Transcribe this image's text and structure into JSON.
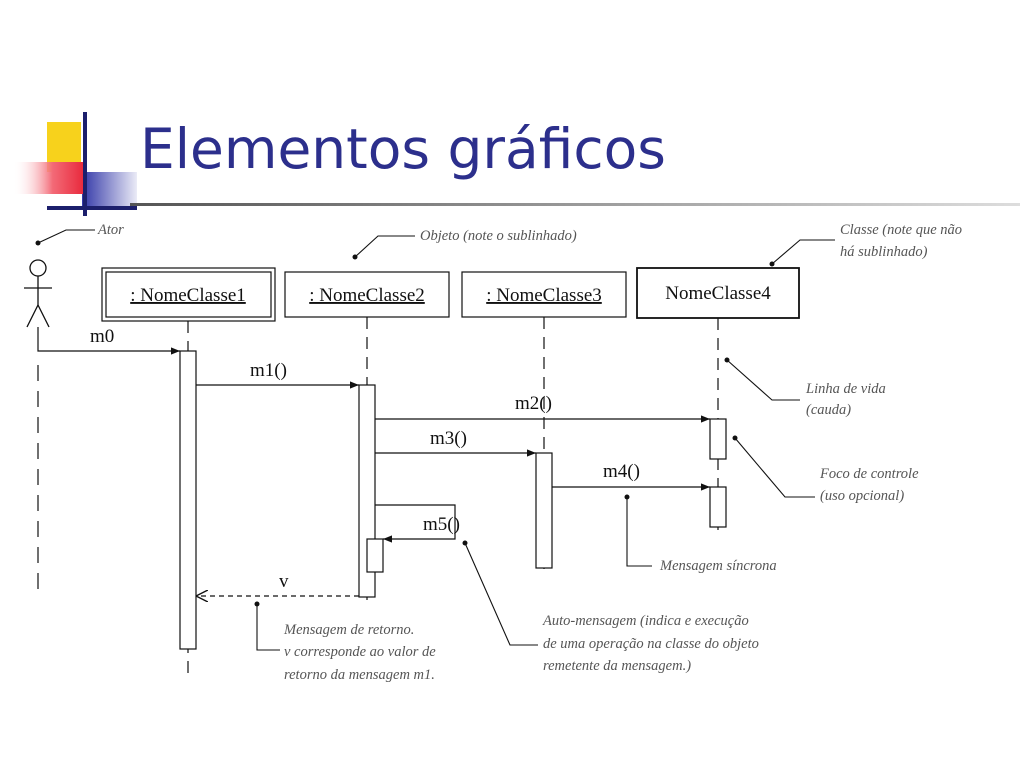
{
  "slide": {
    "title": "Elementos gráficos",
    "accent_colors": {
      "title": "#2c2f8c",
      "yellow": "#f7d21c",
      "red": "#e8273a",
      "blue": "#3338a8"
    }
  },
  "diagram": {
    "classes": [
      ": NomeClasse1",
      ": NomeClasse2",
      ": NomeClasse3",
      "NomeClasse4"
    ],
    "messages": {
      "m0": "m0",
      "m1": "m1()",
      "m2": "m2()",
      "m3": "m3()",
      "m4": "m4()",
      "m5": "m5()",
      "v": "v"
    },
    "notes": {
      "ator": "Ator",
      "objeto": "Objeto (note o sublinhado)",
      "classe": [
        "Classe (note que não",
        "há sublinhado)"
      ],
      "linha_vida": [
        "Linha de vida",
        "(cauda)"
      ],
      "foco": [
        "Foco de controle",
        "(uso opcional)"
      ],
      "sincrona": "Mensagem síncrona",
      "auto": [
        "Auto-mensagem (indica e execução",
        "de uma operação na classe do objeto",
        "remetente da mensagem.)"
      ],
      "retorno": [
        "Mensagem de retorno.",
        "v corresponde ao valor de",
        "retorno da mensagem m1."
      ]
    }
  }
}
